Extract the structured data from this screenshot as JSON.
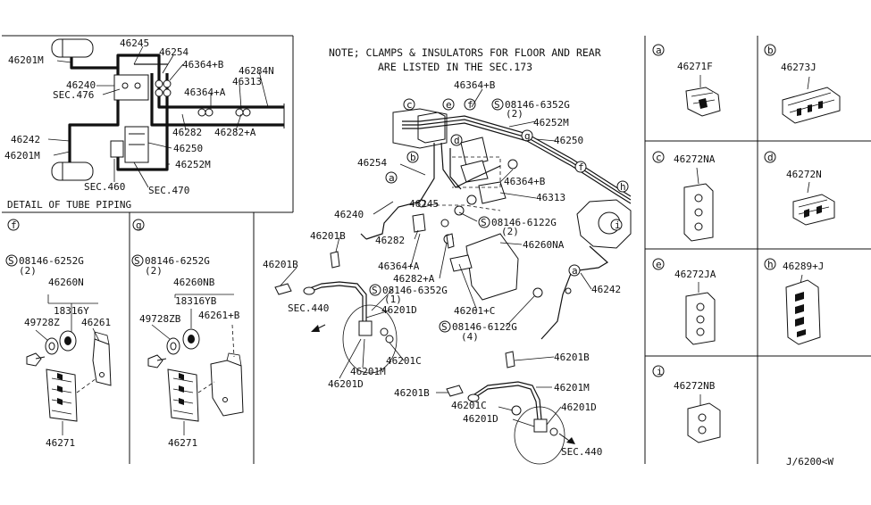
{
  "note": {
    "line1": "NOTE; CLAMPS & INSULATORS FOR FLOOR AND REAR",
    "line2": "ARE LISTED IN THE SEC.173"
  },
  "detail_piping": {
    "caption": "DETAIL OF TUBE PIPING",
    "labels": {
      "p46245": "46245",
      "p46254": "46254",
      "p46201M_top": "46201M",
      "p46364B": "46364+B",
      "p46284N": "46284N",
      "p46240": "46240",
      "sec476": "SEC.476",
      "p46364A": "46364+A",
      "p46313": "46313",
      "p46282": "46282",
      "p46282A": "46282+A",
      "p46242": "46242",
      "p46250": "46250",
      "p46201M_bot": "46201M",
      "p46252M": "46252M",
      "sec460": "SEC.460",
      "sec470": "SEC.470"
    }
  },
  "panel_f": {
    "letter": "f",
    "bolt": "08146-6252G",
    "qty": "(2)",
    "p46260N": "46260N",
    "p18316Y": "18316Y",
    "p49728Z": "49728Z",
    "p46261": "46261",
    "p46271": "46271"
  },
  "panel_g": {
    "letter": "g",
    "bolt": "08146-6252G",
    "qty": "(2)",
    "p46260NB": "46260NB",
    "p18316YB": "18316YB",
    "p49728ZB": "49728ZB",
    "p46261B": "46261+B",
    "p46271": "46271"
  },
  "main": {
    "p46364B_top": "46364+B",
    "bolt_6352_top": "08146-6352G",
    "qty2_top": "(2)",
    "p46252M": "46252M",
    "p46250": "46250",
    "p46254": "46254",
    "p46364B_mid": "46364+B",
    "p46313": "46313",
    "p46240": "46240",
    "p46245": "46245",
    "bolt_6122_mid": "08146-6122G",
    "qty2_mid": "(2)",
    "p46201B_a": "46201B",
    "p46282": "46282",
    "p46260NA": "46260NA",
    "p46201B_b": "46201B",
    "p46364A": "46364+A",
    "p46282A": "46282+A",
    "bolt_6352_mid": "08146-6352G",
    "qty1": "(1)",
    "p46242": "46242",
    "sec440_a": "SEC.440",
    "p46201D_a": "46201D",
    "p46261C": "46261+C",
    "bolt_6122_bot": "08146-6122G",
    "qty4": "(4)",
    "p46201C_a": "46201C",
    "p46201M_a": "46201M",
    "p46201D_b": "46201D",
    "p46201B_c": "46201B",
    "p46201M_b": "46201M",
    "p46201B_d": "46201B",
    "p46201C_b": "46201C",
    "p46201D_c": "46201D",
    "p46201D_d": "46201D",
    "sec440_b": "SEC.440"
  },
  "right_panels": [
    {
      "letter": "a",
      "part": "46271F"
    },
    {
      "letter": "b",
      "part": "46273J"
    },
    {
      "letter": "c",
      "part": "46272NA"
    },
    {
      "letter": "d",
      "part": "46272N"
    },
    {
      "letter": "e",
      "part": "46272JA"
    },
    {
      "letter": "h",
      "part": "46289+J"
    },
    {
      "letter": "i",
      "part": "46272NB"
    }
  ],
  "callouts": [
    "a",
    "b",
    "c",
    "d",
    "e",
    "f",
    "g",
    "h",
    "i"
  ],
  "bolt_symbol": "S",
  "diagram_code": "J/6200<W"
}
